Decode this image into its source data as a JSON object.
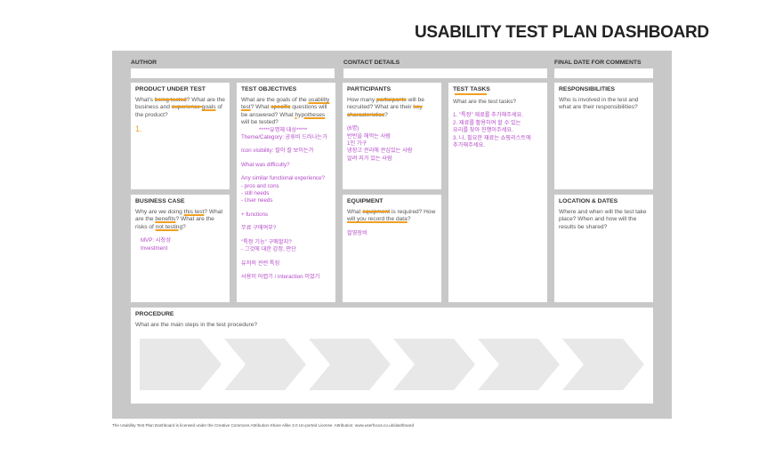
{
  "title": "USABILITY TEST PLAN DASHBOARD",
  "header": {
    "author_label": "AUTHOR",
    "contact_label": "CONTACT DETAILS",
    "final_date_label": "FINAL DATE FOR COMMENTS"
  },
  "product": {
    "title": "PRODUCT UNDER TEST",
    "q1": "What's ",
    "q_struck": "being tested",
    "q2": "? What are the business and ",
    "q_struck2": "experience ",
    "q_hl": "goals",
    "q3": " of the product?",
    "note": "1."
  },
  "business": {
    "title": "BUSINESS CASE",
    "q1": "Why are we doing ",
    "q_hl1": "this test",
    "q2": "? What are the ",
    "q_hl2": "benefits",
    "q3": "? What are the risks of ",
    "q_hl3": "not testing",
    "q4": "?",
    "notes": [
      "MVP: 시장성",
      "Investment"
    ]
  },
  "objectives": {
    "title": "TEST OBJECTIVES",
    "q1": "What are the goals of the ",
    "q_hl1": "usability test",
    "q2": "? What ",
    "q_struck": "specific",
    "q3": " questions will be answered? What ",
    "q_hl2": "hypotheses",
    "q4": " will be tested?",
    "notes": [
      "*****유명체 대상*****",
      "Theme/Category: 공휴비 드러나는가",
      "Icon visibility: 잘이 잘 보이는가",
      "What was difficulty?",
      "Any similar functional experience?",
      "- pros and cons",
      "- still needs",
      "- User needs",
      "+ functions",
      "무료 구매여부?",
      "\"특정 기능\" 구매할지?",
      "- 그것에 대한 감정, 판단",
      "유저의 관련 특징",
      "사용이 어렵기 / interaction 이었기"
    ]
  },
  "participants": {
    "title": "PARTICIPANTS",
    "q1": "How many ",
    "q_struck": "participants",
    "q2": " will be recruited? What are their ",
    "q_struck2": "key characteristics",
    "q3": "?",
    "notes": [
      "(6명)",
      "반반을 해먹는 사람",
      "1인 가구",
      "냉장고 관리에 관심있는 사람",
      "알려 지가 있는 사람"
    ]
  },
  "tasks": {
    "title": "TEST TASKS",
    "q": "What are the test tasks?",
    "notes": [
      "1. \"특정\" 재료를 추가해주세요.",
      "2. 재료를 활용하여 할 수 있는",
      "요리를 찾아 진행이주세요.",
      "3. 나, 필요한 재료는 쇼핑리스트에",
      "추가해주세요."
    ]
  },
  "equipment": {
    "title": "EQUIPMENT",
    "q1": "What ",
    "q_struck": "equipment",
    "q2": " is required? How ",
    "q_hl": "will you record the data",
    "q3": "?",
    "notes": [
      "촬영장비"
    ]
  },
  "responsibilities": {
    "title": "RESPONSIBILITIES",
    "q": "Who is involved in the test and what are their responsibilities?"
  },
  "location": {
    "title": "LOCATION & DATES",
    "q": "Where and when will the test take place? When and how will the results be shared?"
  },
  "procedure": {
    "title": "PROCEDURE",
    "q": "What are the main steps in the test procedure?",
    "arrow_count": 6
  },
  "footer": "The Usability Test Plan Dashboard is licensed under the Creative Commons Attribution-Share Alike 3.0 Un-ported License. Attribution: www.userfocus.co.uk/dashboard",
  "colors": {
    "board": "#c8c8c8",
    "arrow": "#e8e8e8",
    "note": "#b44ac8",
    "highlight": "#f0a020"
  }
}
